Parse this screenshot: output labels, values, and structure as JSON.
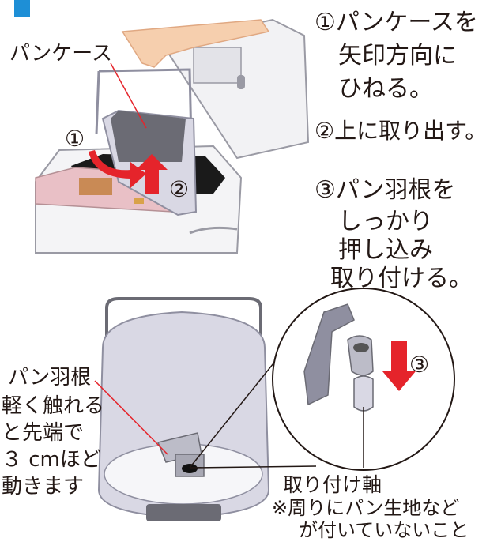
{
  "colors": {
    "accent_blue": "#1e8fd6",
    "arrow_red": "#e5242b",
    "machine_gray": "#d6d7de",
    "panel_pink": "#e9c0c6",
    "text": "#231815"
  },
  "labels": {
    "bread_case": "パンケース",
    "step1_marker": "①",
    "step2_marker": "②",
    "step3_marker": "③",
    "paddle": "パン羽根",
    "paddle_note_1": "軽く触れる",
    "paddle_note_2": "と先端で",
    "paddle_note_3": "３ cmほど",
    "paddle_note_4": "動きます",
    "shaft": "取り付け軸",
    "shaft_note_1": "※周りにパン生地など",
    "shaft_note_2": "が付いていないこと"
  },
  "steps": [
    {
      "lines": [
        "①パンケースを",
        "矢印方向に",
        "ひねる。"
      ]
    },
    {
      "lines": [
        "②上に取り出す。"
      ]
    },
    {
      "lines": [
        "③パン羽根を",
        "しっかり",
        "押し込み",
        "取り付ける。"
      ]
    }
  ],
  "icons": {
    "hand": "hand-icon",
    "twist_arrow": "curved-arrow-icon",
    "up_arrow": "up-arrow-icon",
    "down_arrow": "down-arrow-icon"
  }
}
